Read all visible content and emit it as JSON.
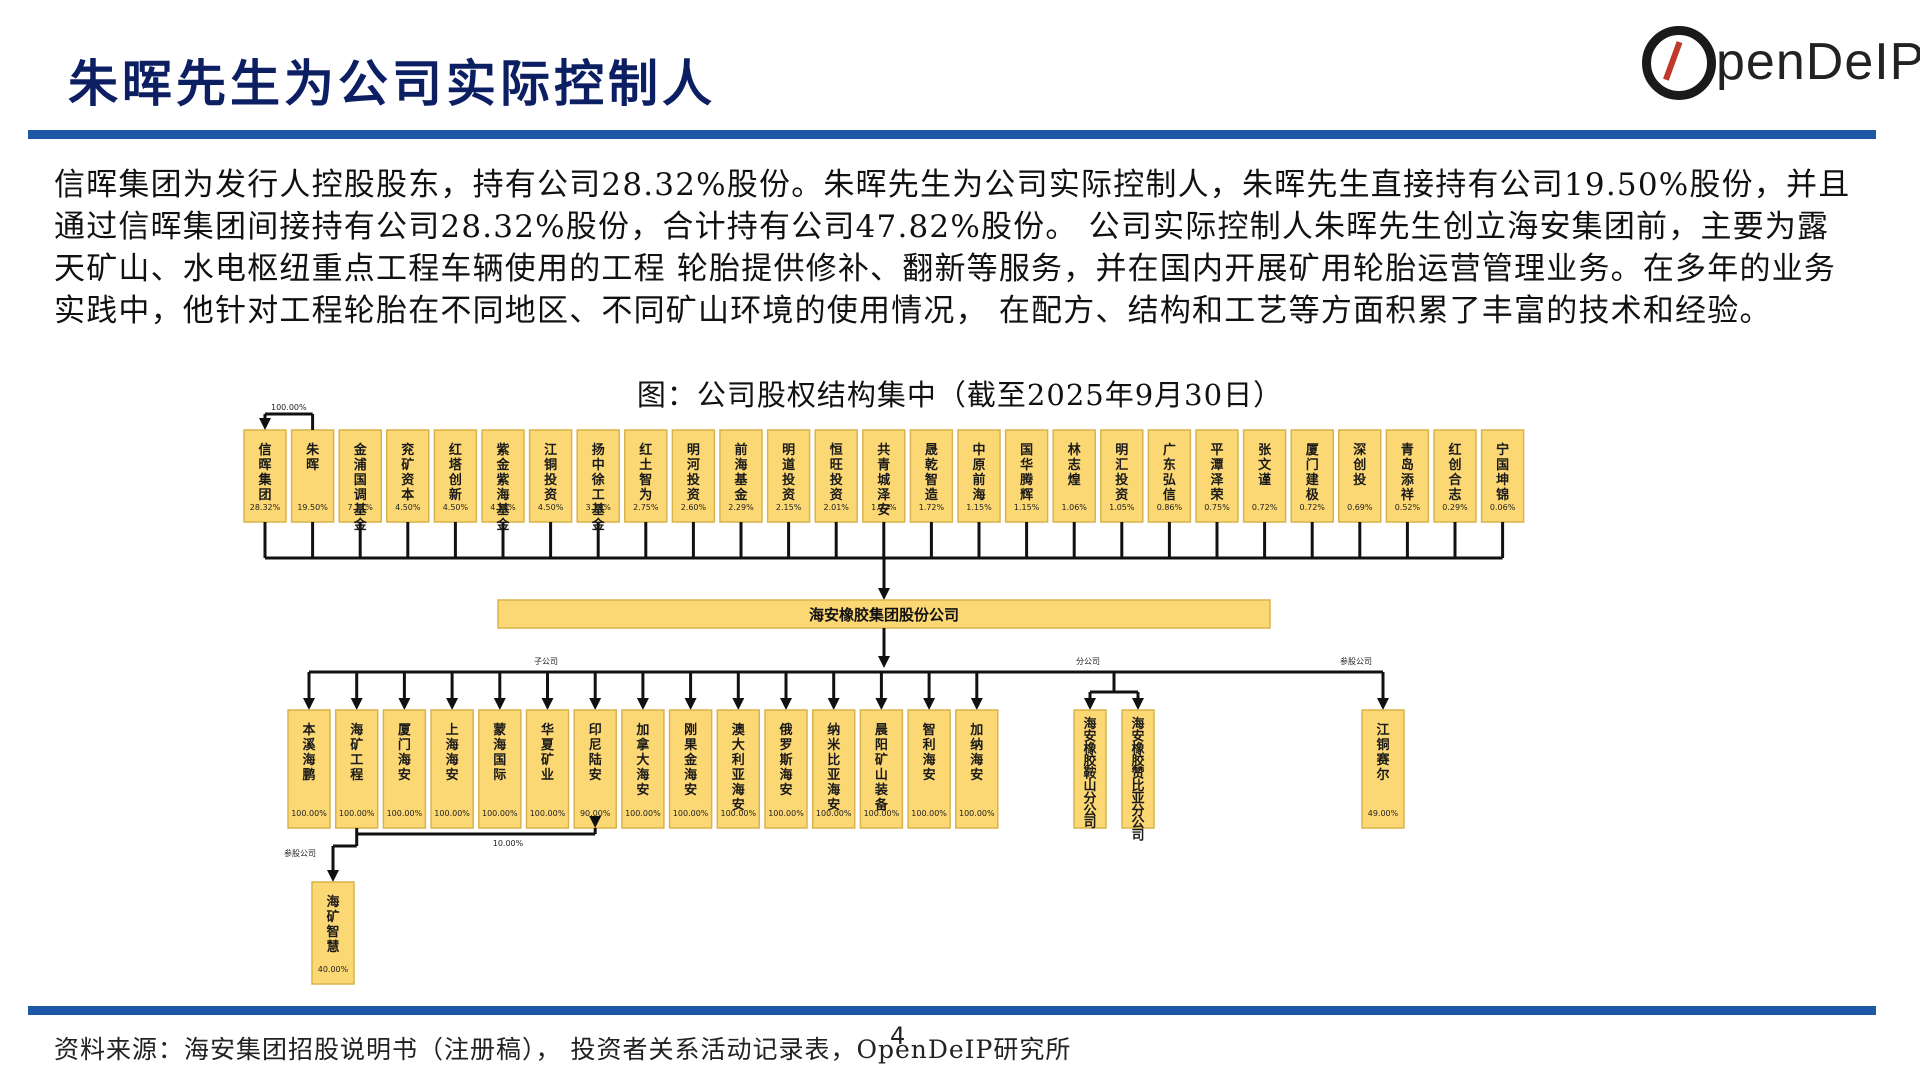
{
  "header": {
    "title": "朱晖先生为公司实际控制人",
    "logo_text": "penDeIP"
  },
  "paragraph": "信晖集团为发行人控股股东，持有公司28.32%股份。朱晖先生为公司实际控制人，朱晖先生直接持有公司19.50%股份，并且通过信晖集团间接持有公司28.32%股份，合计持有公司47.82%股份。 公司实际控制人朱晖先生创立海安集团前，主要为露天矿山、水电枢纽重点工程车辆使用的工程 轮胎提供修补、翻新等服务，并在国内开展矿用轮胎运营管理业务。在多年的业务实践中，他针对工程轮胎在不同地区、不同矿山环境的使用情况， 在配方、结构和工艺等方面积累了丰富的技术和经验。",
  "caption": "图：公司股权结构集中（截至2025年9月30日）",
  "diagram": {
    "shareholders": [
      {
        "name": "信晖集团",
        "pct": "28.32%"
      },
      {
        "name": "朱晖",
        "pct": "19.50%"
      },
      {
        "name": "金浦国调基金",
        "pct": "7.17%"
      },
      {
        "name": "兖矿资本",
        "pct": "4.50%"
      },
      {
        "name": "红塔创新",
        "pct": "4.50%"
      },
      {
        "name": "紫金紫海基金",
        "pct": "4.50%"
      },
      {
        "name": "江铜投资",
        "pct": "4.50%"
      },
      {
        "name": "扬中徐工基金",
        "pct": "3.79%"
      },
      {
        "name": "红土智为",
        "pct": "2.75%"
      },
      {
        "name": "明河投资",
        "pct": "2.60%"
      },
      {
        "name": "前海基金",
        "pct": "2.29%"
      },
      {
        "name": "明道投资",
        "pct": "2.15%"
      },
      {
        "name": "恒旺投资",
        "pct": "2.01%"
      },
      {
        "name": "共青城泽安",
        "pct": "1.72%"
      },
      {
        "name": "晟乾智造",
        "pct": "1.72%"
      },
      {
        "name": "中原前海",
        "pct": "1.15%"
      },
      {
        "name": "国华腾辉",
        "pct": "1.15%"
      },
      {
        "name": "林志煌",
        "pct": "1.06%"
      },
      {
        "name": "明汇投资",
        "pct": "1.05%"
      },
      {
        "name": "广东弘信",
        "pct": "0.86%"
      },
      {
        "name": "平潭泽荣",
        "pct": "0.75%"
      },
      {
        "name": "张文谨",
        "pct": "0.72%"
      },
      {
        "name": "厦门建极",
        "pct": "0.72%"
      },
      {
        "name": "深创投",
        "pct": "0.69%"
      },
      {
        "name": "青岛添祥",
        "pct": "0.52%"
      },
      {
        "name": "红创合志",
        "pct": "0.29%"
      },
      {
        "name": "宁国坤锦",
        "pct": "0.06%"
      }
    ],
    "top_link_label": "100.00%",
    "company": "海安橡胶集团股份公司",
    "subsidiary_label": "子公司",
    "branch_label": "分公司",
    "equity_label": "参股公司",
    "subsidiaries": [
      {
        "name": "本溪海鹏",
        "pct": "100.00%"
      },
      {
        "name": "海矿工程",
        "pct": "100.00%"
      },
      {
        "name": "厦门海安",
        "pct": "100.00%"
      },
      {
        "name": "上海海安",
        "pct": "100.00%"
      },
      {
        "name": "蒙海国际",
        "pct": "100.00%"
      },
      {
        "name": "华夏矿业",
        "pct": "100.00%"
      },
      {
        "name": "印尼陆安",
        "pct": "90.00%"
      },
      {
        "name": "加拿大海安",
        "pct": "100.00%"
      },
      {
        "name": "刚果金海安",
        "pct": "100.00%"
      },
      {
        "name": "澳大利亚海安",
        "pct": "100.00%"
      },
      {
        "name": "俄罗斯海安",
        "pct": "100.00%"
      },
      {
        "name": "纳米比亚海安",
        "pct": "100.00%"
      },
      {
        "name": "晨阳矿山装备",
        "pct": "100.00%"
      },
      {
        "name": "智利海安",
        "pct": "100.00%"
      },
      {
        "name": "加纳海安",
        "pct": "100.00%"
      }
    ],
    "branches": [
      {
        "name": "海安橡胶鞍山分公司"
      },
      {
        "name": "海安橡胶赞比亚分公司"
      }
    ],
    "equity_company": {
      "name": "江铜赛尔",
      "pct": "49.00%"
    },
    "sub_equity_label": "参股公司",
    "sub_link_label": "10.00%",
    "sub_equity": {
      "name": "海矿智慧",
      "pct": "40.00%"
    }
  },
  "source": "资料来源：海安集团招股说明书（注册稿）， 投资者关系活动记录表，OpenDeIP研究所",
  "page_number": "4",
  "colors": {
    "box_fill": "#fcd874",
    "box_stroke": "#d9b24a",
    "title": "#0d1f63",
    "bar": "#1d58a7"
  }
}
